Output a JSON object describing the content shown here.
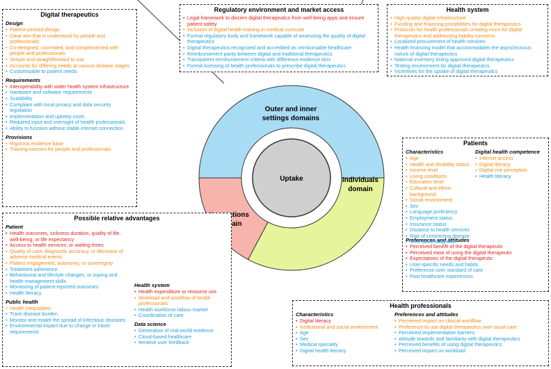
{
  "wheel": {
    "center_label": "Uptake",
    "outer_label_line1": "Outer and inner",
    "outer_label_line2": "settings domains",
    "individuals_line1": "Individuals",
    "individuals_line2": "domain",
    "innovations_line1": "Innovations",
    "innovations_line2": "domain",
    "colors": {
      "outer": "#a8dcf4",
      "individuals": "#e6f59c",
      "innovations": "#f7b4ad",
      "core": "#cfcfcf",
      "stroke": "#333333"
    }
  },
  "digital_therapeutics": {
    "title": "Digital therapeutics",
    "design_heading": "Design",
    "design": [
      {
        "text": "Patient-centred design",
        "color": "orange"
      },
      {
        "text": "Clear aim that is understood by people and professionals",
        "color": "orange"
      },
      {
        "text": "Co-designed, cocreated, and complemented with people and professionals",
        "color": "orange"
      },
      {
        "text": "Simple and straightforward to use",
        "color": "orange"
      },
      {
        "text": "Accounts for differing needs at various disease stages",
        "color": "orange"
      },
      {
        "text": "Customisable to patient needs",
        "color": "blue"
      }
    ],
    "requirements_heading": "Requirements",
    "requirements": [
      {
        "text": "Interoperability with wider health system infrastructure",
        "color": "red"
      },
      {
        "text": "Hardware and software requirements",
        "color": "blue"
      },
      {
        "text": "Scalability",
        "color": "blue"
      },
      {
        "text": "Compliant with local privacy and data security legislation",
        "color": "blue"
      },
      {
        "text": "Implementation and upkeep costs",
        "color": "blue"
      },
      {
        "text": "Required input and oversight of health professionals",
        "color": "blue"
      },
      {
        "text": "Ability to function without stable internet connection",
        "color": "blue"
      }
    ],
    "provisions_heading": "Provisions",
    "provisions": [
      {
        "text": "Rigorous evidence base",
        "color": "orange"
      },
      {
        "text": "Training courses for people and professionals",
        "color": "orange"
      }
    ]
  },
  "regulatory": {
    "title": "Regulatory environment and market access",
    "items": [
      {
        "text": "Legal framework to discern digital therapeutics from well-being apps and ensure patient safety",
        "color": "red"
      },
      {
        "text": "Inclusion of digital health training in medical curricula",
        "color": "orange"
      },
      {
        "text": "Formal regulatory body and framework capable of assessing the quality of digital therapeutics",
        "color": "blue"
      },
      {
        "text": "Digital therapeutics recognized and accredited as reimbursable healthcare",
        "color": "blue"
      },
      {
        "text": "Reimbursement parity between digital and traditional therapeutics",
        "color": "blue"
      },
      {
        "text": "Transparent reimbursement criteria with difference evidence tiers",
        "color": "blue"
      },
      {
        "text": "Formal licensing of health professionals to prescribe digital therapeutics",
        "color": "blue"
      }
    ]
  },
  "health_system": {
    "title": "Health system",
    "items": [
      {
        "text": "High-quality digital infrastructure",
        "color": "orange"
      },
      {
        "text": "Funding and financing possibilities for digital therapeutics",
        "color": "orange"
      },
      {
        "text": "Protocols for health professionals creating room for digital therapeutics and addressing liability concerns",
        "color": "orange"
      },
      {
        "text": "Localized procurement of health services",
        "color": "blue"
      },
      {
        "text": "Health financing model that accommodates the asynchronous nature of digital therapeutics",
        "color": "blue"
      },
      {
        "text": "National inventory listing approved digital therapeutics",
        "color": "blue"
      },
      {
        "text": "Testing environment for digital therapeutics",
        "color": "blue"
      },
      {
        "text": "Incentives for the uptake of digital therapeutics",
        "color": "blue"
      }
    ]
  },
  "patients": {
    "title": "Patients",
    "characteristics_heading": "Characteristics",
    "characteristics": [
      {
        "text": "Age",
        "color": "orange"
      },
      {
        "text": "Health and disability status",
        "color": "orange"
      },
      {
        "text": "Income level",
        "color": "orange"
      },
      {
        "text": "Living conditions",
        "color": "orange"
      },
      {
        "text": "Education level",
        "color": "orange"
      },
      {
        "text": "Cultural and ethnic background",
        "color": "orange"
      },
      {
        "text": "Social environment",
        "color": "orange"
      },
      {
        "text": "Sex",
        "color": "blue"
      },
      {
        "text": "Language proficiency",
        "color": "blue"
      },
      {
        "text": "Employment status",
        "color": "blue"
      },
      {
        "text": "Insurance status",
        "color": "blue"
      },
      {
        "text": "Distance to health services",
        "color": "blue"
      },
      {
        "text": "Risk of contracting disease",
        "color": "blue"
      },
      {
        "text": "Time since diagnosis",
        "color": "blue"
      }
    ],
    "competence_heading": "Digital health competence",
    "competence": [
      {
        "text": "Internet access",
        "color": "orange"
      },
      {
        "text": "Digital literacy",
        "color": "orange"
      },
      {
        "text": "Digital risk perception",
        "color": "orange"
      },
      {
        "text": "Health literacy",
        "color": "blue"
      }
    ],
    "preferences_heading": "Preferences and attitudes",
    "preferences": [
      {
        "text": "Perceived benefit of the digital therapeutic",
        "color": "red"
      },
      {
        "text": "Perceived ease of using the digital therapeutic",
        "color": "red"
      },
      {
        "text": "Expectations of the digital therapeutic",
        "color": "red"
      },
      {
        "text": "User-specific needs and habits",
        "color": "blue"
      },
      {
        "text": "Preference over standard of care",
        "color": "blue"
      },
      {
        "text": "Past healthcare experiences",
        "color": "blue"
      }
    ]
  },
  "health_professionals": {
    "title": "Health professionals",
    "characteristics_heading": "Characteristics",
    "characteristics": [
      {
        "text": "Digital literacy",
        "color": "red"
      },
      {
        "text": "Institutional and social environment",
        "color": "orange"
      },
      {
        "text": "Age",
        "color": "blue"
      },
      {
        "text": "Sex",
        "color": "blue"
      },
      {
        "text": "Medical specialty",
        "color": "blue"
      },
      {
        "text": "Digital health literacy",
        "color": "blue"
      }
    ],
    "preferences_heading": "Preferences and attitudes",
    "preferences": [
      {
        "text": "Perceived impact on clinical workflow",
        "color": "orange"
      },
      {
        "text": "Preference to use digital therapeutics over usual care",
        "color": "orange"
      },
      {
        "text": "Perceived implementation barriers",
        "color": "blue"
      },
      {
        "text": "Attitude towards and familiarity with digital therapeutics",
        "color": "blue"
      },
      {
        "text": "Perceived benefits of using digital therapeutics",
        "color": "blue"
      },
      {
        "text": "Perceived impact on workload",
        "color": "blue"
      }
    ]
  },
  "advantages": {
    "title": "Possible relative advantages",
    "patient_heading": "Patient",
    "patient": [
      {
        "text": "Health outcomes, sickness duration, quality of life, well-being, or life expectancy",
        "color": "red"
      },
      {
        "text": "Access to health services, or waiting times",
        "color": "red"
      },
      {
        "text": "Quality of care, diagnostic accuracy, or decrease of adverse medical events",
        "color": "orange"
      },
      {
        "text": "Patient engagement, autonomy, or sovereignty",
        "color": "orange"
      },
      {
        "text": "Treatment adherence",
        "color": "blue"
      },
      {
        "text": "Behavioural and lifestyle changes, or coping and health management skills",
        "color": "blue"
      },
      {
        "text": "Monitoring of patient-reported outcomes",
        "color": "blue"
      },
      {
        "text": "Health literacy",
        "color": "blue"
      }
    ],
    "public_heading": "Public health",
    "public": [
      {
        "text": "Health inequalities",
        "color": "orange"
      },
      {
        "text": "Track disease burden",
        "color": "blue"
      },
      {
        "text": "Monitor and model the spread of infectious diseases",
        "color": "blue"
      },
      {
        "text": "Environmental impact due to change in travel requirements",
        "color": "blue"
      }
    ],
    "system_heading": "Health system",
    "system": [
      {
        "text": "Health expenditure or resource use",
        "color": "red"
      },
      {
        "text": "Workload and workflow of health professionals",
        "color": "orange"
      },
      {
        "text": "Health workforce labour market",
        "color": "blue"
      },
      {
        "text": "Coordination of care",
        "color": "blue"
      }
    ],
    "datasci_heading": "Data science",
    "datasci": [
      {
        "text": "Generation of real-world evidence",
        "color": "blue"
      },
      {
        "text": "Cloud-based healthcare",
        "color": "blue"
      },
      {
        "text": "Iterative user feedback",
        "color": "blue"
      }
    ]
  }
}
